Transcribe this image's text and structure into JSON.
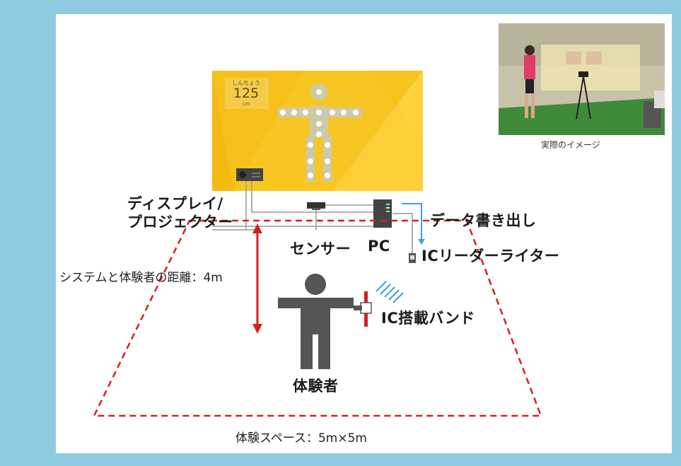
{
  "screen": {
    "height_label_small": "しんちょう",
    "height_value": "125",
    "height_unit": "cm"
  },
  "labels": {
    "display_projector_line1": "ディスプレイ/",
    "display_projector_line2": "プロジェクター",
    "sensor": "センサー",
    "pc": "PC",
    "data_export": "データ書き出し",
    "ic_reader_writer": "ICリーダーライター",
    "distance": "システムと体験者の距離：4m",
    "ic_band": "IC搭載バンド",
    "participant": "体験者",
    "space": "体験スペース：5m×5m",
    "photo_caption": "実際のイメージ"
  },
  "colors": {
    "frame": "#8fcbe0",
    "screen_yellow": "#f7c41f",
    "dashed_red": "#d42020",
    "arrow_red": "#d42020",
    "data_arrow_blue": "#3aa0e0",
    "figure_gray": "#555555"
  },
  "icons": {
    "projector": "projector-icon",
    "sensor": "sensor-icon",
    "pc": "pc-tower-icon",
    "reader": "ic-reader-icon",
    "person": "person-icon",
    "band": "ic-band-icon"
  }
}
